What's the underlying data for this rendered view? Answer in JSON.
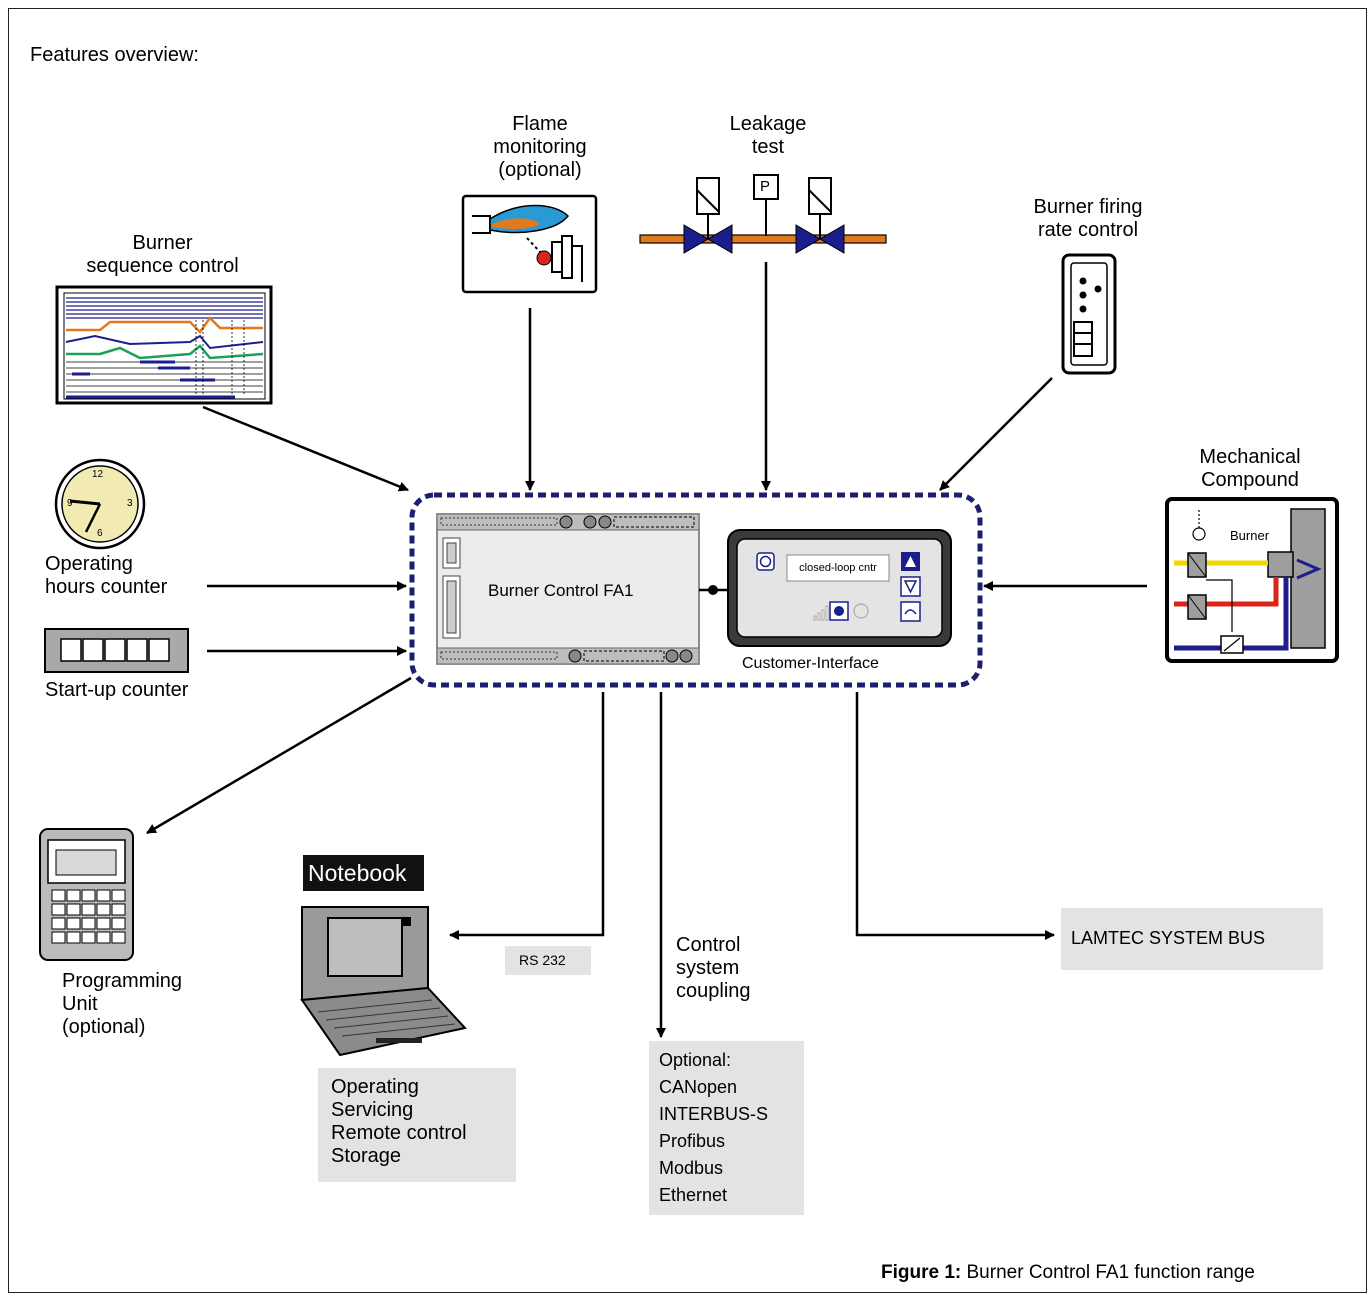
{
  "header": "Features overview:",
  "labels": {
    "flame": [
      "Flame",
      "monitoring",
      "(optional)"
    ],
    "leakage": [
      "Leakage",
      "test"
    ],
    "firing_rate": [
      "Burner firing",
      "rate control"
    ],
    "sequence": [
      "Burner",
      "sequence control"
    ],
    "mechanical": [
      "Mechanical",
      "Compound"
    ],
    "operating_hours": [
      "Operating",
      "hours counter"
    ],
    "startup": "Start-up counter",
    "programming": [
      "Programming",
      "Unit",
      "(optional)"
    ],
    "control_system": [
      "Control",
      "system",
      "coupling"
    ]
  },
  "device": {
    "name": "Burner Control FA1",
    "customer_interface": "Customer-Interface",
    "display_text": "closed-loop cntr",
    "burner_tag": "Burner",
    "pressure_tag": "P"
  },
  "notebook": {
    "title": "Notebook",
    "port": "RS 232",
    "functions": [
      "Operating",
      "Servicing",
      "Remote control",
      "Storage"
    ]
  },
  "bus": {
    "system_bus": "LAMTEC SYSTEM BUS",
    "optional": [
      "Optional:",
      "CANopen",
      "INTERBUS-S",
      "Profibus",
      "Modbus",
      "Ethernet"
    ]
  },
  "clock": {
    "numbers": [
      "12",
      "3",
      "6",
      "9"
    ]
  },
  "caption": {
    "label": "Figure 1:",
    "text": " Burner Control FA1 function range"
  },
  "colors": {
    "dashed_border": "#1c1e6e",
    "gray_box": "#e3e3e3",
    "yellow": "#f2d500",
    "red": "#d9261c",
    "blue": "#1c1e8c",
    "orange": "#e07a1c"
  }
}
